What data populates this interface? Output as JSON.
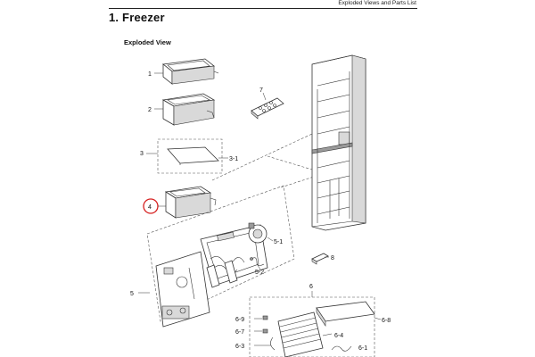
{
  "header": {
    "section": "Exploded Views and Parts List"
  },
  "page": {
    "title": "1.  Freezer",
    "subtitle": "Exploded View"
  },
  "callouts": {
    "p1": "1",
    "p2": "2",
    "p3": "3",
    "p3_1": "3-1",
    "p4": "4",
    "p5": "5",
    "p5_1": "5-1",
    "p5_2": "5-2",
    "p6": "6",
    "p6_1": "6-1",
    "p6_3": "6-3",
    "p6_4": "6-4",
    "p6_7": "6-7",
    "p6_8": "6-8",
    "p6_9": "6-9",
    "p7": "7",
    "p8": "8"
  },
  "highlight": {
    "color": "#d62020",
    "callout": "4"
  }
}
